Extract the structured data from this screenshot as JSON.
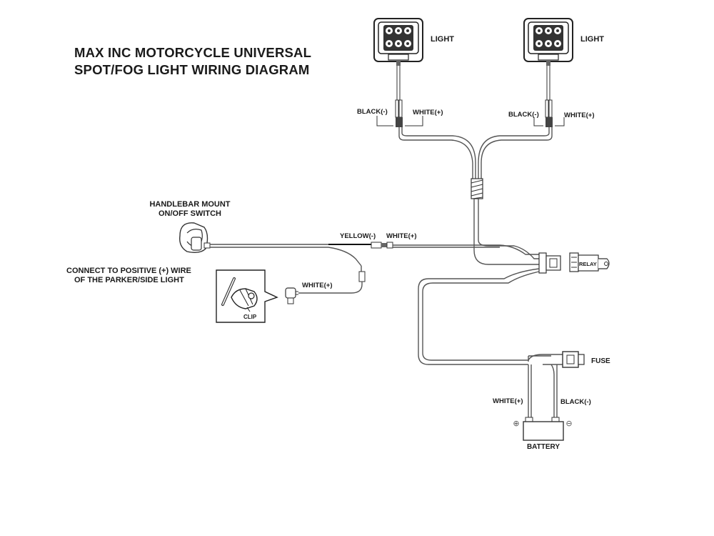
{
  "title": {
    "line1": "MAX INC MOTORCYCLE UNIVERSAL",
    "line2": "SPOT/FOG LIGHT WIRING DIAGRAM"
  },
  "labels": {
    "light_left": "LIGHT",
    "light_right": "LIGHT",
    "black_left": "BLACK(-)",
    "white_left": "WHITE(+)",
    "black_right": "BLACK(-)",
    "white_right": "WHITE(+)",
    "switch_line1": "HANDLEBAR MOUNT",
    "switch_line2": "ON/OFF SWITCH",
    "yellow": "YELLOW(-)",
    "white_switch": "WHITE(+)",
    "parker_line1": "CONNECT TO POSITIVE (+) WIRE",
    "parker_line2": "OF THE PARKER/SIDE LIGHT",
    "clip": "CLIP",
    "white_parker": "WHITE(+)",
    "relay": "RELAY",
    "fuse": "FUSE",
    "white_battery": "WHITE(+)",
    "black_battery": "BLACK(-)",
    "battery": "BATTERY",
    "plus_symbol": "⊕",
    "minus_symbol": "⊖"
  }
}
